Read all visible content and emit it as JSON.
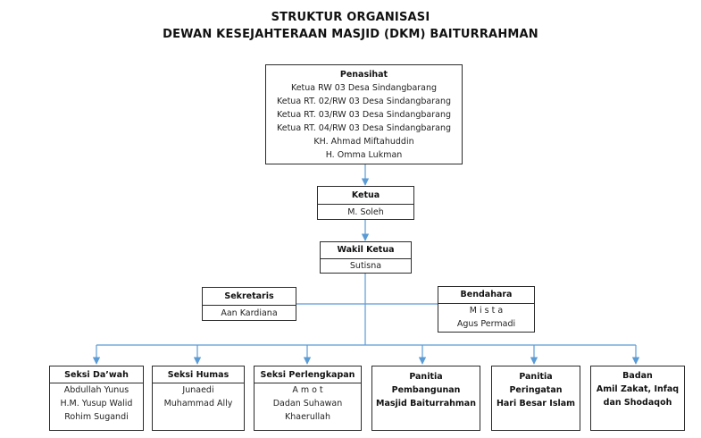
{
  "title_line1": "STRUKTUR ORGANISASI",
  "title_line2": "DEWAN KESEJAHTERAAN MASJID (DKM) BAITURRAHMAN",
  "penasihat": {
    "title": "Penasihat",
    "members": [
      "Ketua RW 03 Desa Sindangbarang",
      "Ketua RT. 02/RW 03 Desa Sindangbarang",
      "Ketua RT. 03/RW 03 Desa Sindangbarang",
      "Ketua RT. 04/RW 03 Desa Sindangbarang",
      "KH. Ahmad Miftahuddin",
      "H. Omma Lukman"
    ]
  },
  "ketua": {
    "title": "Ketua",
    "members": [
      "M. Soleh"
    ]
  },
  "wakil": {
    "title": "Wakil Ketua",
    "members": [
      "Sutisna"
    ]
  },
  "sekretaris": {
    "title": "Sekretaris",
    "members": [
      "Aan Kardiana"
    ]
  },
  "bendahara": {
    "title": "Bendahara",
    "members": [
      "M i s t a",
      "Agus Permadi"
    ]
  },
  "seksi_dawah": {
    "title": "Seksi Da’wah",
    "members": [
      "Abdullah Yunus",
      "H.M. Yusup Walid",
      "Rohim Sugandi"
    ]
  },
  "seksi_humas": {
    "title": "Seksi Humas",
    "members": [
      "Junaedi",
      "Muhammad Ally"
    ]
  },
  "seksi_perlengkapan": {
    "title": "Seksi Perlengkapan",
    "members": [
      "A m o t",
      "Dadan Suhawan",
      "Khaerullah"
    ]
  },
  "panitia_pembangunan": {
    "lines": [
      "Panitia",
      "Pembangunan",
      "Masjid Baiturrahman"
    ]
  },
  "panitia_phbi": {
    "lines": [
      "Panitia",
      "Peringatan",
      "Hari Besar Islam"
    ]
  },
  "badan_amil": {
    "lines": [
      "Badan",
      "Amil Zakat, Infaq",
      "dan Shodaqoh"
    ]
  },
  "colors": {
    "arrow": "#5b9bd5",
    "line": "#5b9bd5",
    "border": "#2b2b2b"
  }
}
